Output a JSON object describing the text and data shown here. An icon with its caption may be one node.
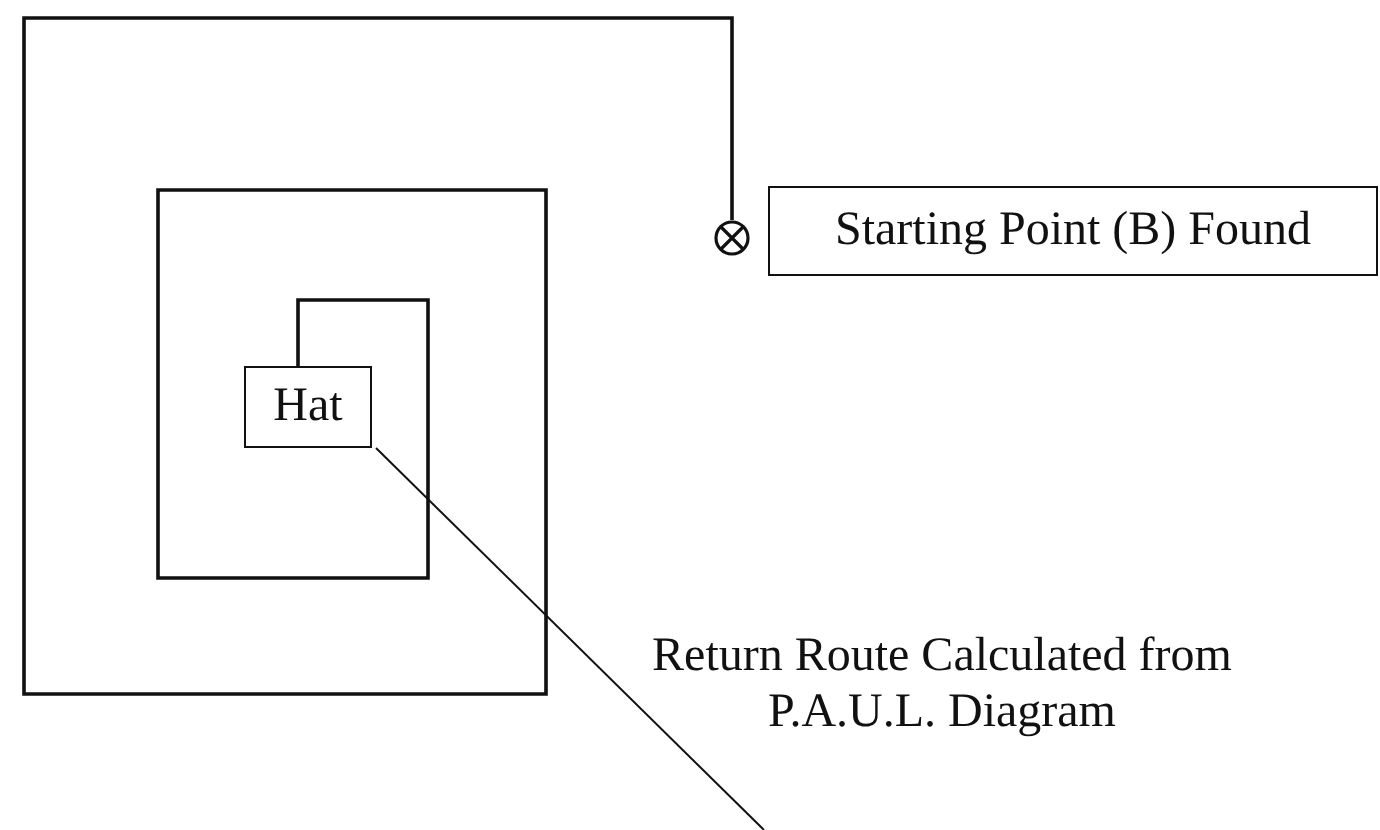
{
  "diagram": {
    "nodes": [
      {
        "text": [],
        "shape": "circle"
      },
      {
        "text": [
          "Starting Point (B) Found"
        ]
      },
      {
        "text": [
          "Hat"
        ]
      }
    ],
    "edges": [
      {
        "from": 0,
        "to": 2,
        "arrow": "none"
      },
      {
        "from": 2,
        "to": null,
        "arrow": "none"
      }
    ],
    "labels": [
      "Return Route Calculated from P.A.U.L. Diagram"
    ]
  }
}
